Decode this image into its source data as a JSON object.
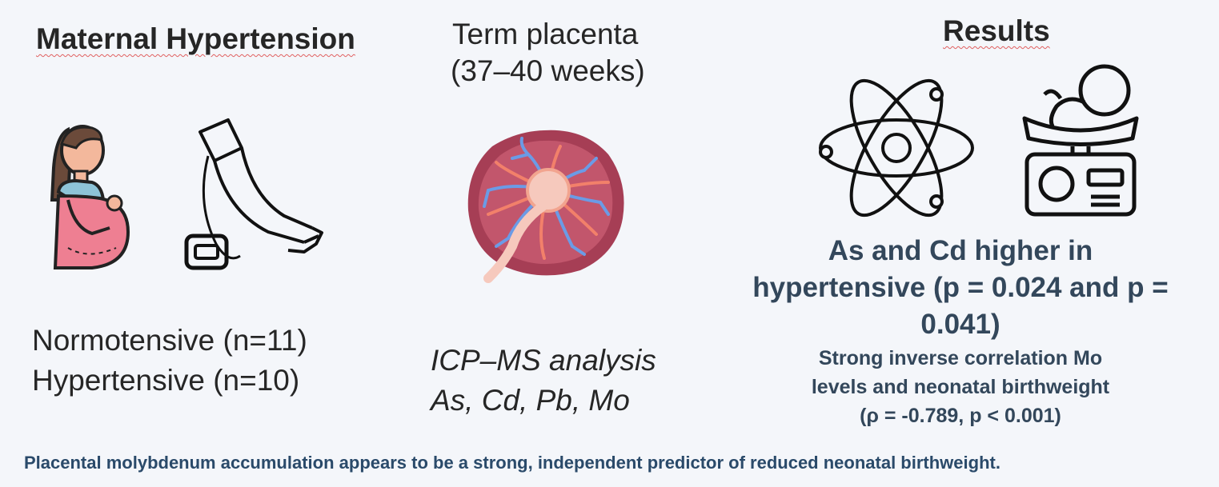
{
  "column_1": {
    "title": "Maternal Hypertension",
    "groups": [
      "Normotensive (n=11)",
      "Hypertensive (n=10)"
    ],
    "icons": [
      "pregnant-woman-icon",
      "blood-pressure-cuff-icon"
    ]
  },
  "column_2": {
    "title_line1": "Term placenta",
    "title_line2": "(37–40 weeks)",
    "method_line1": "ICP–MS analysis",
    "method_line2": "As, Cd, Pb, Mo",
    "icons": [
      "placenta-icon"
    ]
  },
  "column_3": {
    "title": "Results",
    "main_result_line1": "As and Cd higher in",
    "main_result_line2": "hypertensive (p = 0.024 and p =",
    "main_result_line3": "0.041)",
    "sub_result_line1": "Strong inverse correlation Mo",
    "sub_result_line2": "levels and neonatal birthweight",
    "sub_result_line3": "(ρ = -0.789, p < 0.001)",
    "icons": [
      "atom-icon",
      "baby-scale-icon"
    ]
  },
  "footer": {
    "conclusion": "Placental molybdenum accumulation appears to be a strong, independent predictor of reduced neonatal birthweight."
  },
  "colors": {
    "background": "#f4f6fa",
    "heading": "#262626",
    "result_text": "#33475b",
    "footer_text": "#2a4a6a"
  }
}
